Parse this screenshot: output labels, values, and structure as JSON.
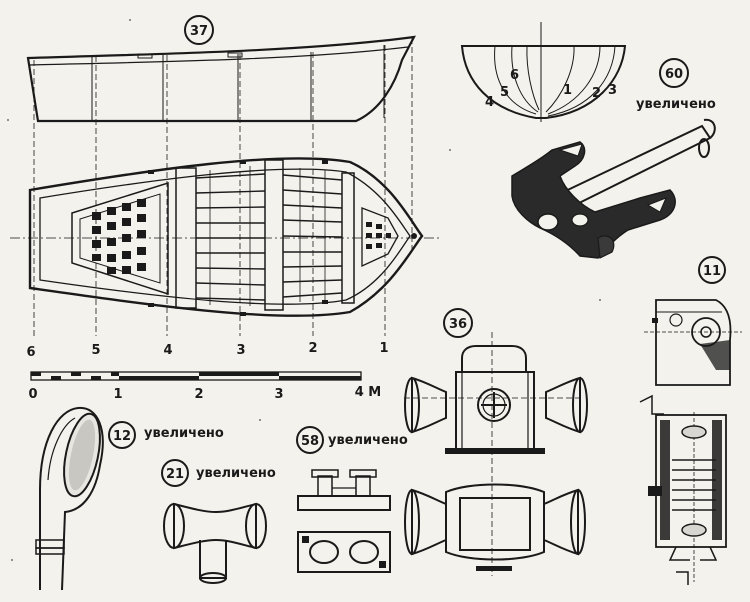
{
  "figures": {
    "boat": {
      "number": "37",
      "station_labels": [
        "6",
        "5",
        "4",
        "3",
        "2",
        "1"
      ]
    },
    "scale_bar": {
      "ticks": [
        "0",
        "1",
        "2",
        "3",
        "4 M"
      ]
    },
    "section": {
      "labels": [
        "6",
        "5",
        "4",
        "1",
        "2",
        "3"
      ]
    },
    "anchor": {
      "number": "60",
      "note": "увеличено"
    },
    "winch": {
      "number": "11"
    },
    "capstan": {
      "number": "36"
    },
    "ventilator": {
      "number": "12",
      "note": "увеличено"
    },
    "vent_t": {
      "number": "21",
      "note": "увеличено"
    },
    "bollard": {
      "number": "58",
      "note": "увеличено"
    }
  },
  "colors": {
    "ink": "#1a1a1a",
    "paper": "#f4f2ec"
  }
}
